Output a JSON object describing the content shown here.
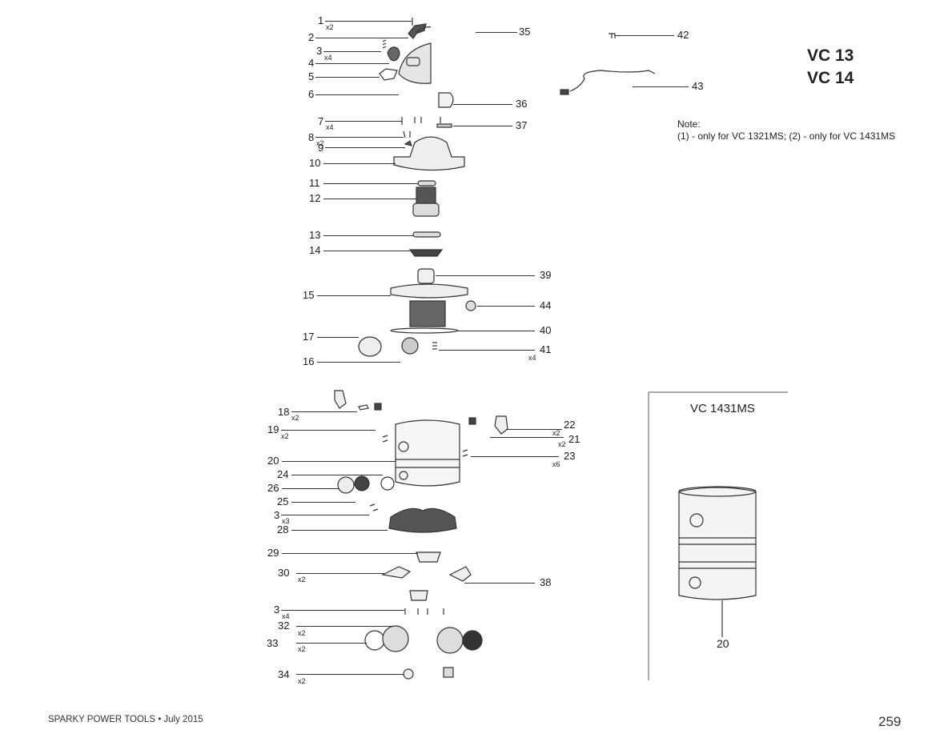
{
  "header": {
    "models": [
      "VC 13",
      "VC 14"
    ]
  },
  "note": {
    "label": "Note:",
    "text": "(1) - only for VC 1321MS; (2) - only for VC 1431MS"
  },
  "inset": {
    "title": "VC 1431MS",
    "part_label": "20"
  },
  "footer": {
    "left": "SPARKY POWER TOOLS • July 2015",
    "page": "259"
  },
  "callouts_left": [
    {
      "num": "1",
      "qty": "x2"
    },
    {
      "num": "2",
      "qty": ""
    },
    {
      "num": "3",
      "qty": "x4"
    },
    {
      "num": "4",
      "qty": ""
    },
    {
      "num": "5",
      "qty": ""
    },
    {
      "num": "6",
      "qty": ""
    },
    {
      "num": "7",
      "qty": "x4"
    },
    {
      "num": "8",
      "qty": "x2"
    },
    {
      "num": "9",
      "qty": ""
    },
    {
      "num": "10",
      "qty": ""
    },
    {
      "num": "11",
      "qty": ""
    },
    {
      "num": "12",
      "qty": ""
    },
    {
      "num": "13",
      "qty": ""
    },
    {
      "num": "14",
      "qty": ""
    },
    {
      "num": "15",
      "qty": ""
    },
    {
      "num": "17",
      "qty": ""
    },
    {
      "num": "16",
      "qty": ""
    },
    {
      "num": "18",
      "qty": "x2"
    },
    {
      "num": "19",
      "qty": "x2"
    },
    {
      "num": "20",
      "qty": ""
    },
    {
      "num": "24",
      "qty": ""
    },
    {
      "num": "26",
      "qty": ""
    },
    {
      "num": "25",
      "qty": ""
    },
    {
      "num": "3",
      "qty": "x3"
    },
    {
      "num": "28",
      "qty": ""
    },
    {
      "num": "29",
      "qty": ""
    },
    {
      "num": "30",
      "qty": "x2"
    },
    {
      "num": "3",
      "qty": "x4"
    },
    {
      "num": "32",
      "qty": "x2"
    },
    {
      "num": "33",
      "qty": "x2"
    },
    {
      "num": "34",
      "qty": "x2"
    }
  ],
  "callouts_right": [
    {
      "num": "35",
      "qty": ""
    },
    {
      "num": "42",
      "qty": ""
    },
    {
      "num": "43",
      "qty": ""
    },
    {
      "num": "36",
      "qty": ""
    },
    {
      "num": "37",
      "qty": ""
    },
    {
      "num": "39",
      "qty": ""
    },
    {
      "num": "44",
      "qty": ""
    },
    {
      "num": "40",
      "qty": ""
    },
    {
      "num": "41",
      "qty": "x4"
    },
    {
      "num": "22",
      "qty": "x2"
    },
    {
      "num": "21",
      "qty": "x2"
    },
    {
      "num": "23",
      "qty": "x6"
    },
    {
      "num": "38",
      "qty": ""
    }
  ]
}
